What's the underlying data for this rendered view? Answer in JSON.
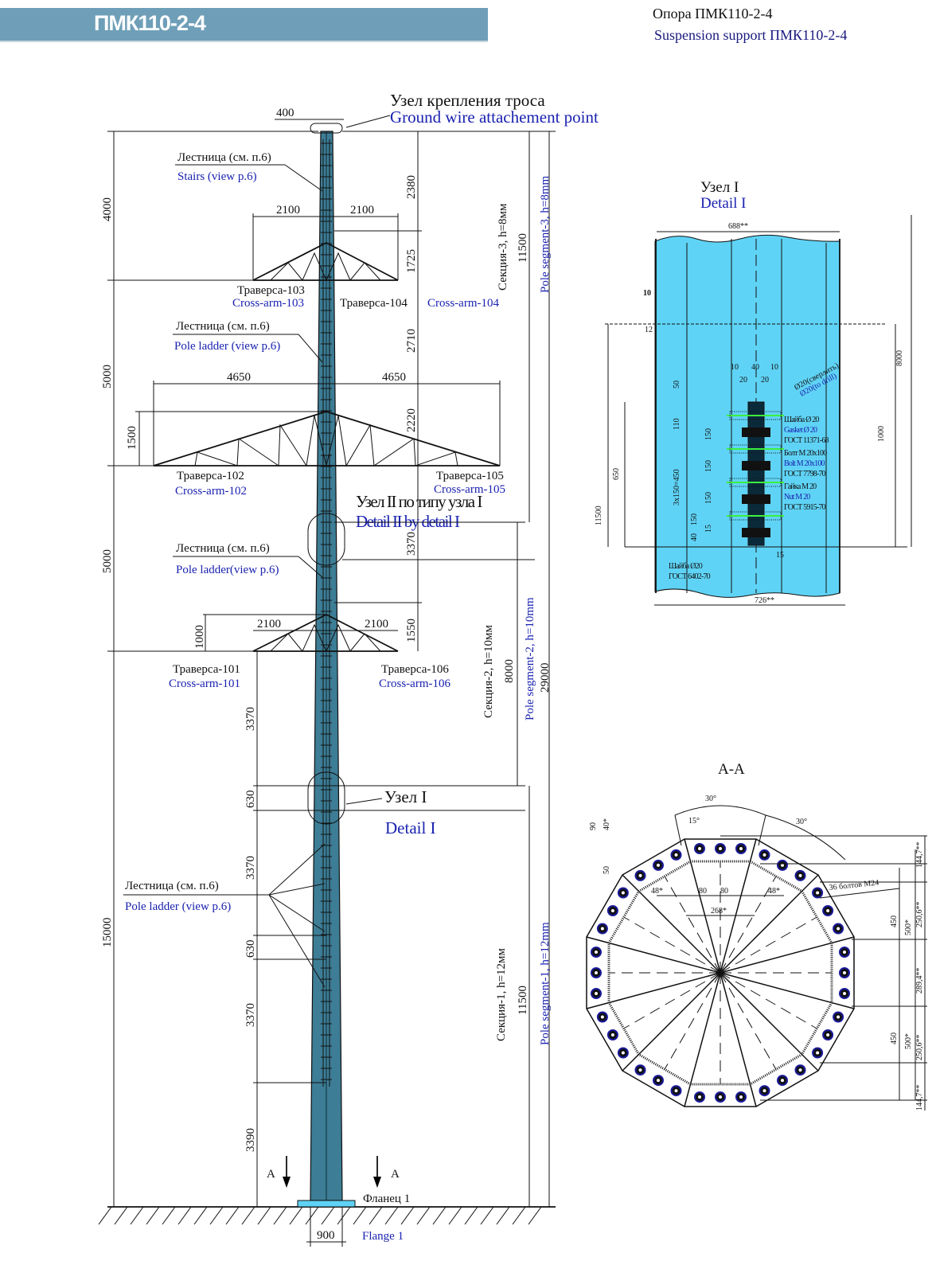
{
  "header": {
    "badge": "ПМК110-2-4",
    "title_ru": "Опора ПМК110-2-4",
    "title_en": "Suspension support ПМК110-2-4"
  },
  "elevation": {
    "top_width": "400",
    "ground_wire_ru": "Узел крепления троса",
    "ground_wire_en": "Ground wire attachement point",
    "stairs_ru": "Лестница (см. п.6)",
    "stairs_en": "Stairs (view p.6)",
    "ladder2_ru": "Лестница (см. п.6)",
    "ladder2_en": "Pole ladder (view p.6)",
    "ladder3_ru": "Лестница (см. п.6)",
    "ladder3_en": "Pole ladder(view p.6)",
    "ladder4_ru": "Лестница (см. п.6)",
    "ladder4_en": "Pole ladder (view p.6)",
    "crossarms": {
      "c103_ru": "Траверса-103",
      "c103_en": "Cross-arm-103",
      "c104_ru": "Траверса-104",
      "c104_en": "Cross-arm-104",
      "c102_ru": "Траверса-102",
      "c102_en": "Cross-arm-102",
      "c105_ru": "Траверса-105",
      "c105_en": "Cross-arm-105",
      "c101_ru": "Траверса-101",
      "c101_en": "Cross-arm-101",
      "c106_ru": "Траверса-106",
      "c106_en": "Cross-arm-106"
    },
    "arm_dims": {
      "top_left": "2100",
      "top_right": "2100",
      "mid_left": "4650",
      "mid_right": "4650",
      "mid_height": "1500",
      "low_left": "2100",
      "low_right": "2100",
      "low_height": "1000"
    },
    "left_dims": [
      "4000",
      "5000",
      "5000",
      "15000"
    ],
    "center_dims": [
      "2380",
      "1725",
      "2710",
      "2220",
      "3370",
      "1550"
    ],
    "lower_dims": [
      "3370",
      "630",
      "3370",
      "630",
      "3370",
      "3390"
    ],
    "detail2_ru": "Узел II по типу узла I",
    "detail2_en": "Detail II by detail I",
    "detail1_ru": "Узел I",
    "detail1_en": "Detail I",
    "sections": {
      "s3_ru": "Секция-3, h=8мм",
      "s3_len": "11500",
      "s3_en": "Pole segment-3, h=8mm",
      "s2_ru": "Секция-2, h=10мм",
      "s2_len": "8000",
      "s2_en": "Pole segment-2, h=10mm",
      "total": "29000",
      "s1_ru": "Секция-1, h=12мм",
      "s1_len": "11500",
      "s1_en": "Pole segment-1, h=12mm"
    },
    "section_mark": "A",
    "flange_ru": "Фланец 1",
    "flange_en": "Flange 1",
    "base_width": "900"
  },
  "detail": {
    "title_ru": "Узел I",
    "title_en": "Detail I",
    "top_width": "688**",
    "bottom_width": "726**",
    "d10": "10",
    "d12": "12",
    "d10a": "10",
    "d40": "40",
    "d10b": "10",
    "d20a": "20",
    "d20b": "20",
    "hole_ru": "Ø20(сверлить)",
    "hole_en": "Ø20(to drill)",
    "d50": "50",
    "d110": "110",
    "d150a": "150",
    "d150b": "150",
    "d150c": "150",
    "d150d": "150",
    "d15": "15",
    "d40b": "40",
    "pitch": "3x150=450",
    "d650": "650",
    "d11500": "11500",
    "d1000": "1000",
    "d8000": "8000",
    "d15b": "15",
    "gasket_ru": "Шайба Ø 20",
    "gasket_en": "Gasket Ø 20",
    "gasket_std": "ГОСТ 11371-68",
    "bolt_ru": "Болт М 20х100",
    "bolt_en": "Bolt M 20x100",
    "bolt_std": "ГОСТ 7798-70",
    "nut_ru": "Гайка М 20",
    "nut_en": "Nut M 20",
    "nut_std": "ГОСТ 5915-70",
    "washer_ru": "Шайба Ø20",
    "washer_std": "ГОСТ 6402-70"
  },
  "section": {
    "title": "A-A",
    "angle_30a": "30°",
    "angle_30b": "30°",
    "angle_15": "15°",
    "d90": "90",
    "d40": "40*",
    "d50": "50",
    "d48a": "48*",
    "d80a": "80",
    "d80b": "80",
    "d48b": "48*",
    "d268": "268*",
    "bolts": "36 болтов М24",
    "r144a": "144,7**",
    "r250a": "250,6**",
    "r289": "289,4**",
    "r250b": "250,6**",
    "r144b": "144,7**",
    "d450a": "450",
    "d500a": "500*",
    "d450b": "450",
    "d500b": "500*",
    "bolt_count": 36
  },
  "colors": {
    "header_bar": "#6f9fb8",
    "detail_fill": "#5fd3f5",
    "pole_fill": "#3d7d95",
    "bolt_blue": "#1a1a9a",
    "english_text": "#1a22b0"
  }
}
